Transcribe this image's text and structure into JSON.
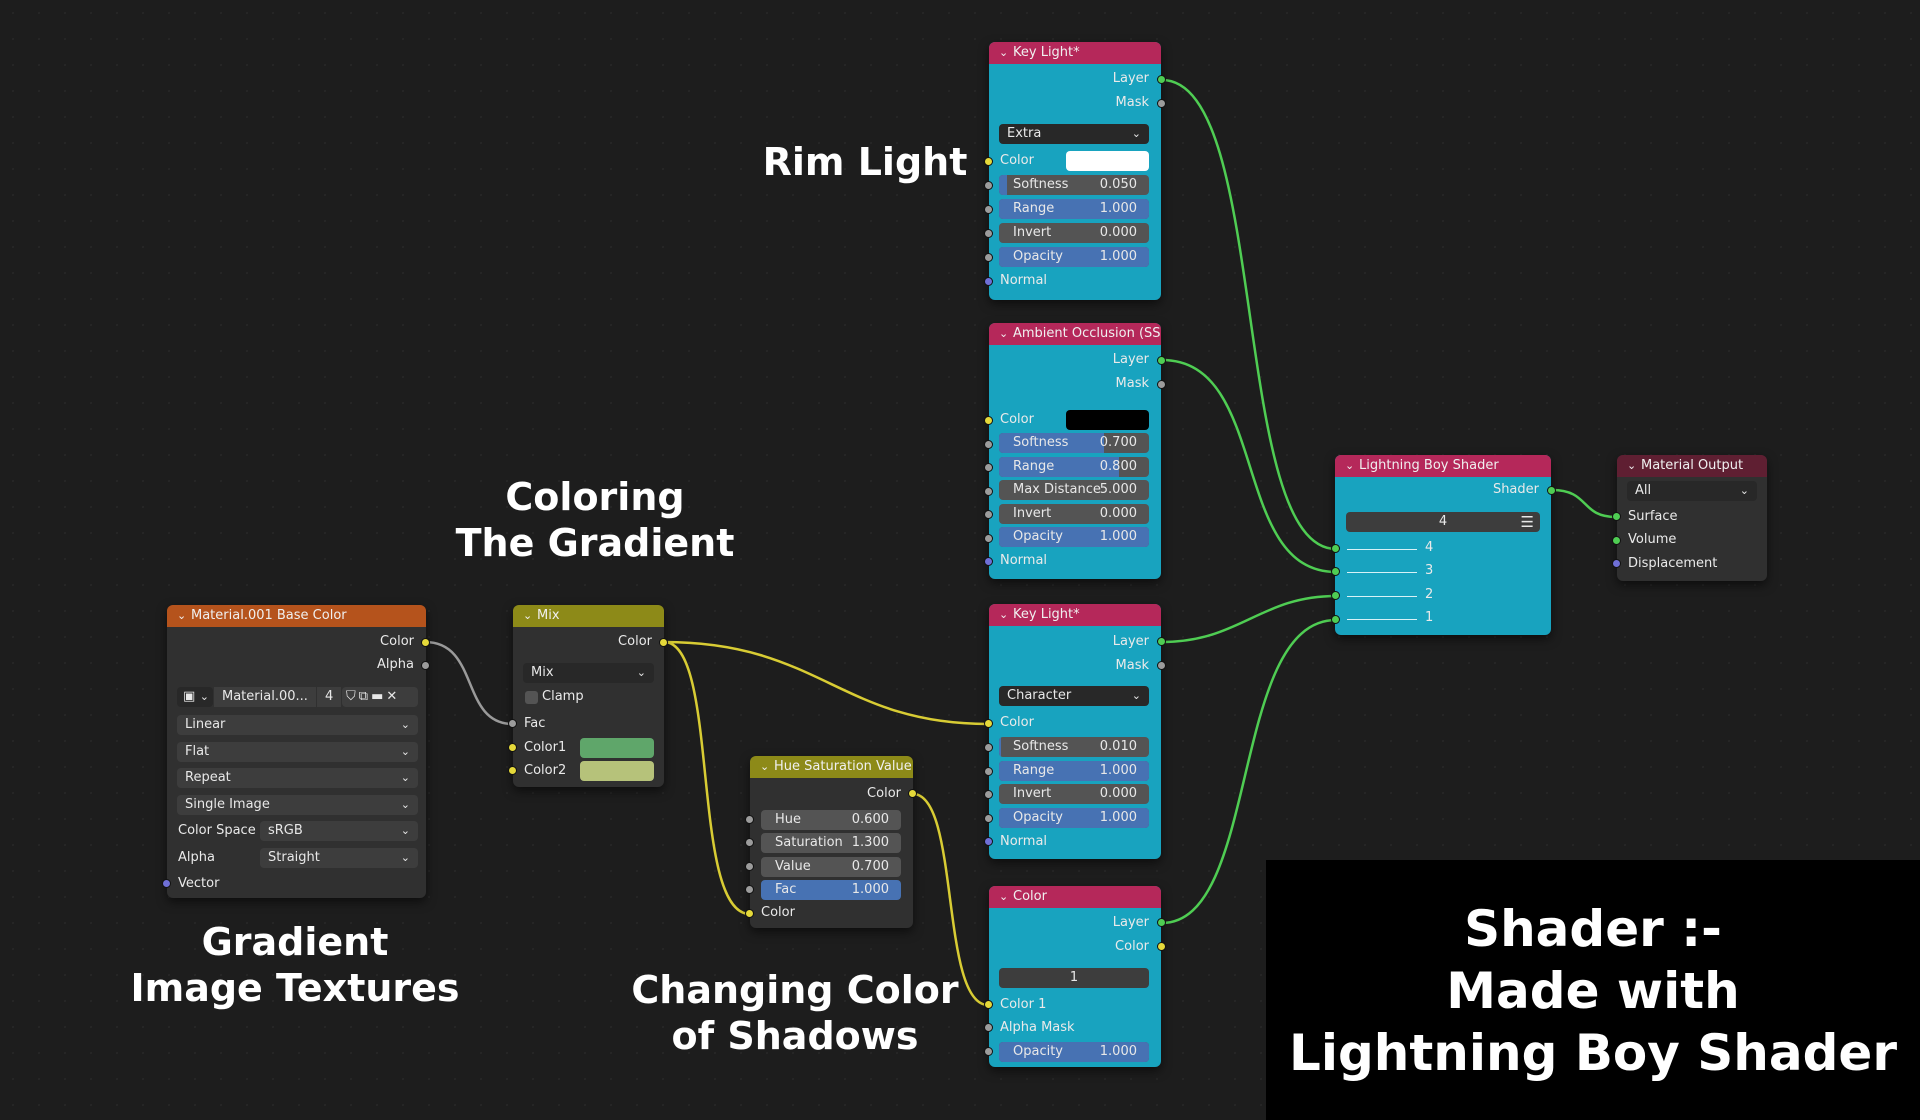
{
  "annotations": {
    "rim_light": "Rim Light",
    "coloring_1": "Coloring",
    "coloring_2": "The Gradient",
    "gradient_1": "Gradient",
    "gradient_2": "Image Textures",
    "shadows_1": "Changing Color",
    "shadows_2": "of Shadows",
    "shader_1": "Shader :-",
    "shader_2": "Made with",
    "shader_3": "Lightning Boy Shader"
  },
  "nodes": {
    "image_texture": {
      "title": "Material.001 Base Color",
      "outputs": [
        "Color",
        "Alpha"
      ],
      "image_name": "Material.00...",
      "users": "4",
      "interpolation": "Linear",
      "projection": "Flat",
      "extension": "Repeat",
      "source": "Single Image",
      "color_space_label": "Color Space",
      "color_space": "sRGB",
      "alpha_label": "Alpha",
      "alpha": "Straight",
      "input_vector": "Vector"
    },
    "mix": {
      "title": "Mix",
      "output": "Color",
      "blend": "Mix",
      "clamp": "Clamp",
      "fac": "Fac",
      "color1": "Color1",
      "color2": "Color2",
      "color1_hex": "#5fa66a",
      "color2_hex": "#b6c27a"
    },
    "hsv": {
      "title": "Hue Saturation Value",
      "output": "Color",
      "hue_label": "Hue",
      "hue": "0.600",
      "sat_label": "Saturation",
      "sat": "1.300",
      "val_label": "Value",
      "val": "0.700",
      "fac_label": "Fac",
      "fac": "1.000",
      "input_color": "Color"
    },
    "key_light_1": {
      "title": "Key Light*",
      "outputs": [
        "Layer",
        "Mask"
      ],
      "mode": "Extra",
      "color_label": "Color",
      "color_hex": "#ffffff",
      "softness_label": "Softness",
      "softness": "0.050",
      "range_label": "Range",
      "range": "1.000",
      "invert_label": "Invert",
      "invert": "0.000",
      "opacity_label": "Opacity",
      "opacity": "1.000",
      "normal": "Normal"
    },
    "ao": {
      "title": "Ambient Occlusion (SS)",
      "outputs": [
        "Layer",
        "Mask"
      ],
      "color_label": "Color",
      "color_hex": "#000000",
      "softness_label": "Softness",
      "softness": "0.700",
      "range_label": "Range",
      "range": "0.800",
      "maxdist_label": "Max Distance",
      "maxdist": "5.000",
      "invert_label": "Invert",
      "invert": "0.000",
      "opacity_label": "Opacity",
      "opacity": "1.000",
      "normal": "Normal"
    },
    "key_light_2": {
      "title": "Key Light*",
      "outputs": [
        "Layer",
        "Mask"
      ],
      "mode": "Character",
      "color_label": "Color",
      "softness_label": "Softness",
      "softness": "0.010",
      "range_label": "Range",
      "range": "1.000",
      "invert_label": "Invert",
      "invert": "0.000",
      "opacity_label": "Opacity",
      "opacity": "1.000",
      "normal": "Normal"
    },
    "color_node": {
      "title": "Color",
      "outputs": [
        "Layer",
        "Color"
      ],
      "count": "1",
      "input_color1": "Color 1",
      "alpha_mask": "Alpha Mask",
      "opacity_label": "Opacity",
      "opacity": "1.000"
    },
    "lbs": {
      "title": "Lightning Boy Shader",
      "output": "Shader",
      "count": "4",
      "inputs": [
        "4",
        "3",
        "2",
        "1"
      ]
    },
    "material_output": {
      "title": "Material Output",
      "target": "All",
      "inputs": [
        "Surface",
        "Volume",
        "Displacement"
      ]
    }
  },
  "colors": {
    "wire_green": "#4fcd53",
    "wire_yellow": "#d8cc34",
    "wire_gray": "#9a9a9a"
  }
}
